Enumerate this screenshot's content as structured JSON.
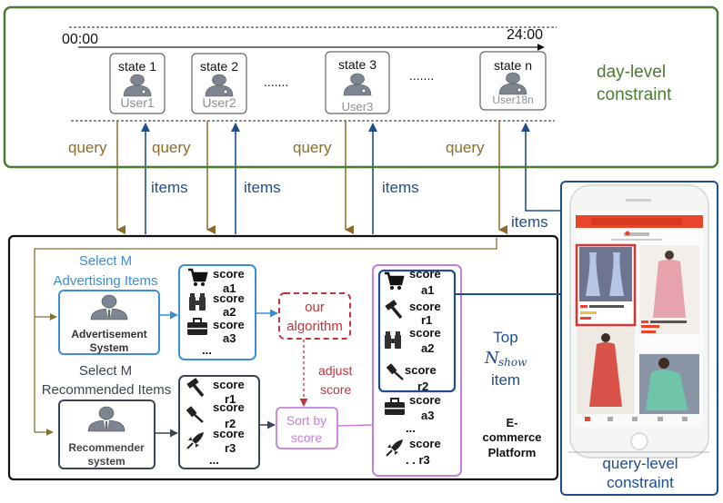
{
  "colors": {
    "day_frame": "#4a7c2f",
    "query": "#8b6d2a",
    "items": "#1f4e8c",
    "ad_blue": "#3b8fd9",
    "rec_dark": "#3a4556",
    "algo_red": "#c0343b",
    "sort_purple": "#c77ee0",
    "top_blue": "#1f4e8c",
    "phone_frame": "#1f4e8c",
    "icon_gray": "#7d8591",
    "black": "#111111",
    "phone_orange": "#e8452a"
  },
  "day_level": {
    "timeline_start": "00:00",
    "timeline_end": "24:00",
    "ellipsis": ".......",
    "label_line1": "day-level",
    "label_line2": "constraint",
    "states": [
      {
        "title": "state 1",
        "user": "User1"
      },
      {
        "title": "state 2",
        "user": "User2"
      },
      {
        "title": "state 3",
        "user": "User3"
      },
      {
        "title": "state n",
        "user": "User18n"
      }
    ]
  },
  "arrows": {
    "query_label": "query",
    "items_label": "items"
  },
  "platform": {
    "ad_select_line1": "Select M",
    "ad_select_line2": "Advertising Items",
    "ad_system_line1": "Advertisement",
    "ad_system_line2": "System",
    "rec_select_line1": "Select M",
    "rec_select_line2": "Recommended Items",
    "rec_system_line1": "Recommender",
    "rec_system_line2": "system",
    "ad_scores": [
      {
        "icon": "cart-icon",
        "label": "score",
        "id": "a1"
      },
      {
        "icon": "binoculars-icon",
        "label": "score",
        "id": "a2"
      },
      {
        "icon": "briefcase-icon",
        "label": "score",
        "id": "a3"
      }
    ],
    "rec_scores": [
      {
        "icon": "hammer-icon",
        "label": "score",
        "id": "r1"
      },
      {
        "icon": "gavel-icon",
        "label": "score",
        "id": "r2"
      },
      {
        "icon": "rocket-icon",
        "label": "score",
        "id": "r3"
      }
    ],
    "dots": "...",
    "algorithm_line1": "our",
    "algorithm_line2": "algorithm",
    "adjust_line1": "adjust",
    "adjust_line2": "score",
    "sort_line1": "Sort by",
    "sort_line2": "score",
    "merged_scores": [
      {
        "icon": "cart-icon",
        "label": "score",
        "id": "a1"
      },
      {
        "icon": "hammer-icon",
        "label": "score",
        "id": "r1"
      },
      {
        "icon": "binoculars-icon",
        "label": "score",
        "id": "a2"
      },
      {
        "icon": "gavel-icon",
        "label": "score",
        "id": "r2"
      },
      {
        "icon": "briefcase-icon",
        "label": "score",
        "id": "a3"
      },
      {
        "icon": "rocket-icon",
        "label": "score",
        "id": ". . r3"
      }
    ],
    "top_line1": "Top",
    "top_N": "N",
    "top_sub": "show",
    "top_line3": "item",
    "ecommerce_line1": "E-",
    "ecommerce_line2": "commerce",
    "ecommerce_line3": "Platform"
  },
  "phone": {
    "items_label": "items",
    "label_line1": "query-level",
    "label_line2": "constraint"
  }
}
